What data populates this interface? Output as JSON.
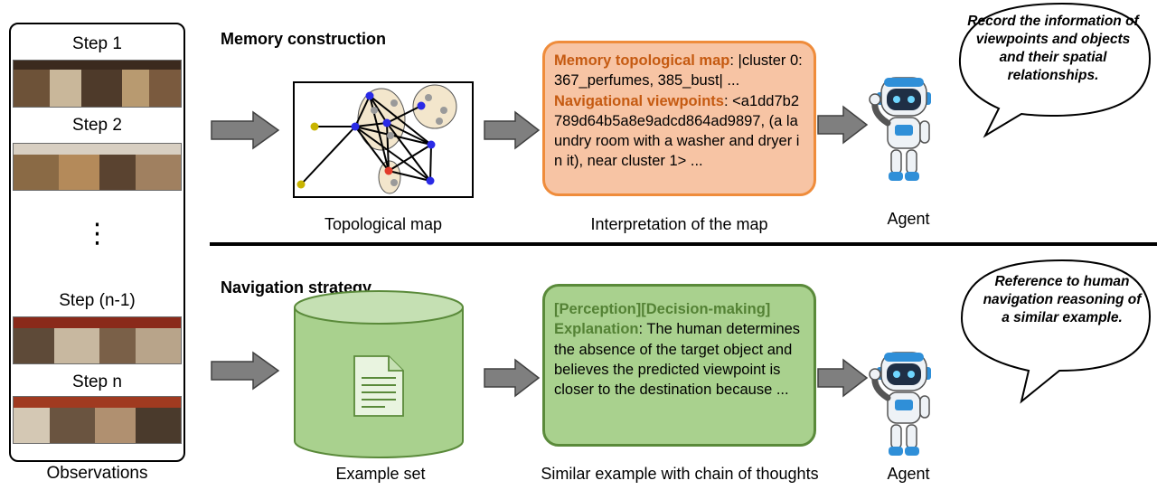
{
  "observations": {
    "steps": [
      "Step 1",
      "Step 2",
      "Step (n-1)",
      "Step n"
    ],
    "ellipsis": "⋮",
    "caption": "Observations"
  },
  "memory": {
    "title": "Memory construction",
    "map_caption": "Topological map",
    "interp_caption": "Interpretation of the map",
    "agent_caption": "Agent",
    "interp": {
      "label1": "Memory topological map",
      "text1": ":  |cluster 0: 367_perfumes, 385_bust| ...",
      "label2": "Navigational viewpoints",
      "text2": ": <a1dd7b2789d64b5a8e9adcd864ad9897, (a laundry room with a washer and dryer in it), near cluster 1> ..."
    },
    "bubble": "Record the information of viewpoints and objects and their spatial relationships."
  },
  "navigation": {
    "title": "Navigation strategy",
    "db_caption": "Example set",
    "example_caption": "Similar example with chain of thoughts",
    "agent_caption": "Agent",
    "example": {
      "tags": "[Perception][Decision-making]",
      "label": "Explanation",
      "text": ": The human determines the absence of the target object and believes the predicted viewpoint is closer to the destination because ..."
    },
    "bubble": "Reference to human navigation reasoning of a similar example."
  },
  "colors": {
    "orange_fill": "#f7c4a4",
    "orange_border": "#ef8c3b",
    "green_fill": "#a9d18e",
    "green_border": "#5a8a3a",
    "arrow": "#7f7f7f"
  }
}
